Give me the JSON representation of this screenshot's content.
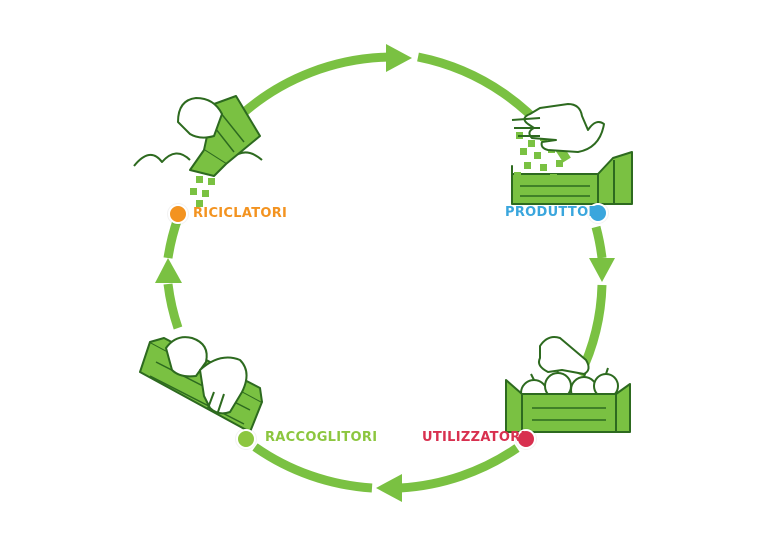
{
  "stages": [
    {
      "id": "produttori",
      "label": "PRODUTTORI",
      "color": "#3aa6dd",
      "icon": "hands-pouring-granules-icon"
    },
    {
      "id": "utilizzatori",
      "label": "UTILIZZATORI",
      "color": "#d8304f",
      "icon": "crate-with-apples-icon"
    },
    {
      "id": "raccoglitori",
      "label": "RACCOGLITORI",
      "color": "#8cc63f",
      "icon": "hands-collecting-crate-icon"
    },
    {
      "id": "riciclatori",
      "label": "RICICLATORI",
      "color": "#f39320",
      "icon": "shredded-crate-icon"
    }
  ],
  "theme": {
    "cycle_color": "#7ac142",
    "ink_color": "#2d6a1f"
  }
}
